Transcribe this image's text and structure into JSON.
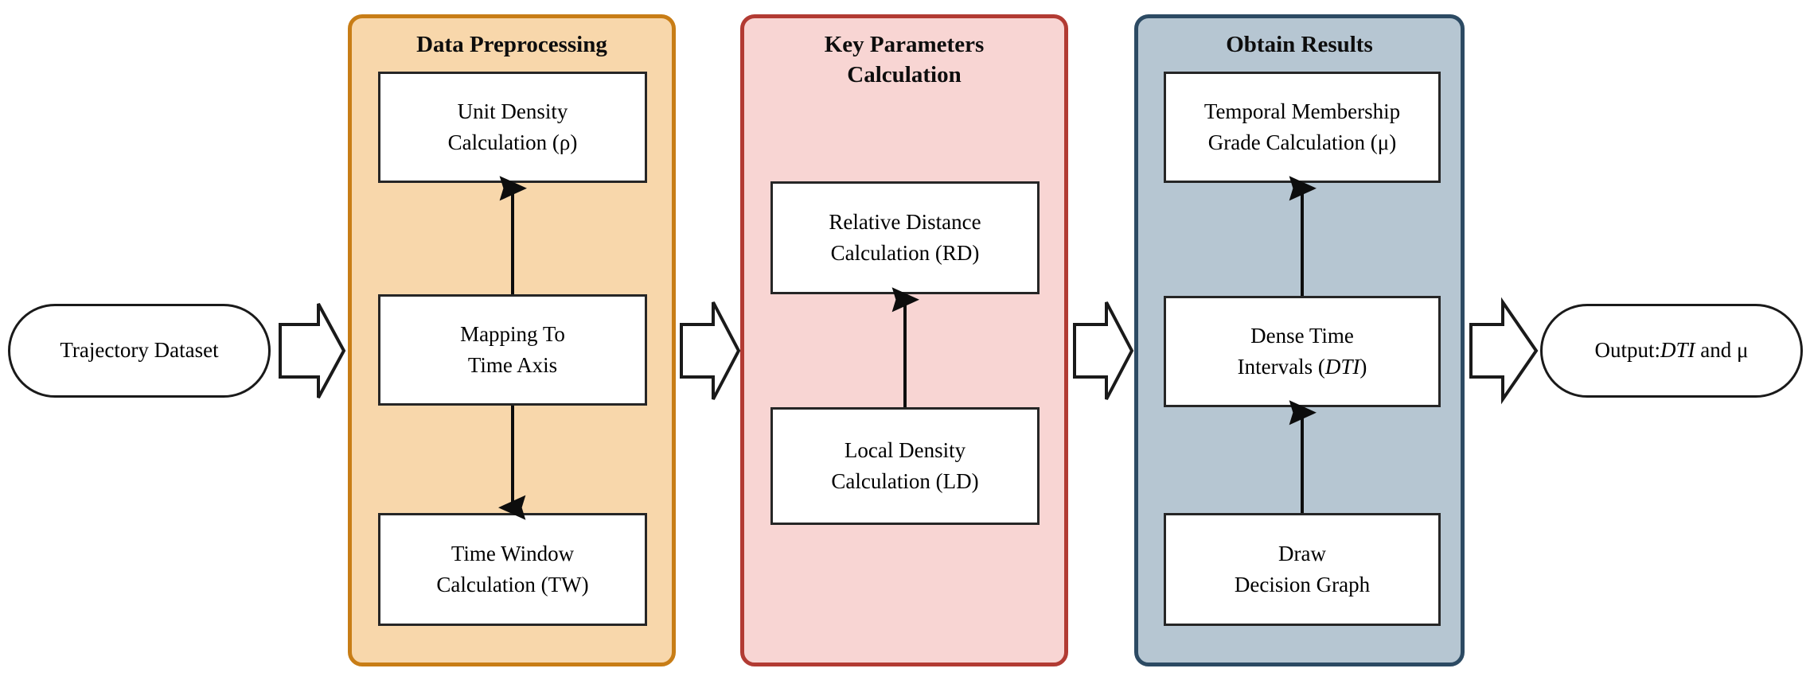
{
  "diagram": {
    "title": "Trajectory dense time interval mining pipeline",
    "type": "flowchart",
    "orientation": "left-to-right"
  },
  "input_node": {
    "label": "Trajectory Dataset",
    "shape": "stadium"
  },
  "output_node": {
    "label_prefix": "Output:",
    "label_italic": "DTI",
    "label_suffix": " and μ",
    "full_label": "Output:DTI and μ",
    "shape": "stadium"
  },
  "connectors": {
    "block_arrow_icon": "block-arrow-right-icon",
    "arrow_icon": "arrow-up-icon",
    "count": 4
  },
  "stages": [
    {
      "id": "data-preprocessing",
      "title": "Data Preprocessing",
      "fill": "#f8d7ab",
      "border": "#c87d16",
      "steps": [
        {
          "id": "unit-density",
          "label": "Unit Density\nCalculation (ρ)",
          "line1": "Unit Density",
          "line2": "Calculation (ρ)"
        },
        {
          "id": "mapping-time-axis",
          "label": "Mapping To\nTime Axis",
          "line1": "Mapping To",
          "line2": "Time Axis"
        },
        {
          "id": "time-window",
          "label": "Time Window\nCalculation (TW)",
          "line1": "Time Window",
          "line2": "Calculation (TW)"
        }
      ],
      "flow": [
        {
          "from": "mapping-time-axis",
          "to": "unit-density",
          "direction": "up"
        },
        {
          "from": "mapping-time-axis",
          "to": "time-window",
          "direction": "down"
        }
      ]
    },
    {
      "id": "key-parameters-calculation",
      "title": "Key Parameters\nCalculation",
      "title_line1": "Key Parameters",
      "title_line2": "Calculation",
      "fill": "#f8d5d3",
      "border": "#b23b33",
      "steps": [
        {
          "id": "relative-distance",
          "label": "Relative Distance\nCalculation (RD)",
          "line1": "Relative Distance",
          "line2": "Calculation (RD)"
        },
        {
          "id": "local-density",
          "label": "Local Density\nCalculation (LD)",
          "line1": "Local Density",
          "line2": "Calculation (LD)"
        }
      ],
      "flow": [
        {
          "from": "local-density",
          "to": "relative-distance",
          "direction": "up"
        }
      ]
    },
    {
      "id": "obtain-results",
      "title": "Obtain Results",
      "fill": "#b6c6d2",
      "border": "#2c4a63",
      "steps": [
        {
          "id": "temporal-membership-grade",
          "label": "Temporal Membership\nGrade Calculation (μ)",
          "line1": "Temporal Membership",
          "line2": "Grade Calculation (μ)"
        },
        {
          "id": "dense-time-intervals",
          "label": "Dense Time\nIntervals (DTI)",
          "line1": "Dense Time",
          "line2_prefix": "Intervals (",
          "line2_italic": "DTI",
          "line2_suffix": ")"
        },
        {
          "id": "draw-decision-graph",
          "label": "Draw\nDecision Graph",
          "line1": "Draw",
          "line2": "Decision Graph"
        }
      ],
      "flow": [
        {
          "from": "draw-decision-graph",
          "to": "dense-time-intervals",
          "direction": "up"
        },
        {
          "from": "dense-time-intervals",
          "to": "temporal-membership-grade",
          "direction": "up"
        }
      ]
    }
  ],
  "colors": {
    "stage1_fill": "#f8d7ab",
    "stage1_border": "#c87d16",
    "stage2_fill": "#f8d5d3",
    "stage2_border": "#b23b33",
    "stage3_fill": "#b6c6d2",
    "stage3_border": "#2c4a63",
    "box_border": "#262626",
    "box_fill": "#ffffff",
    "text": "#000000",
    "background": "#ffffff"
  }
}
